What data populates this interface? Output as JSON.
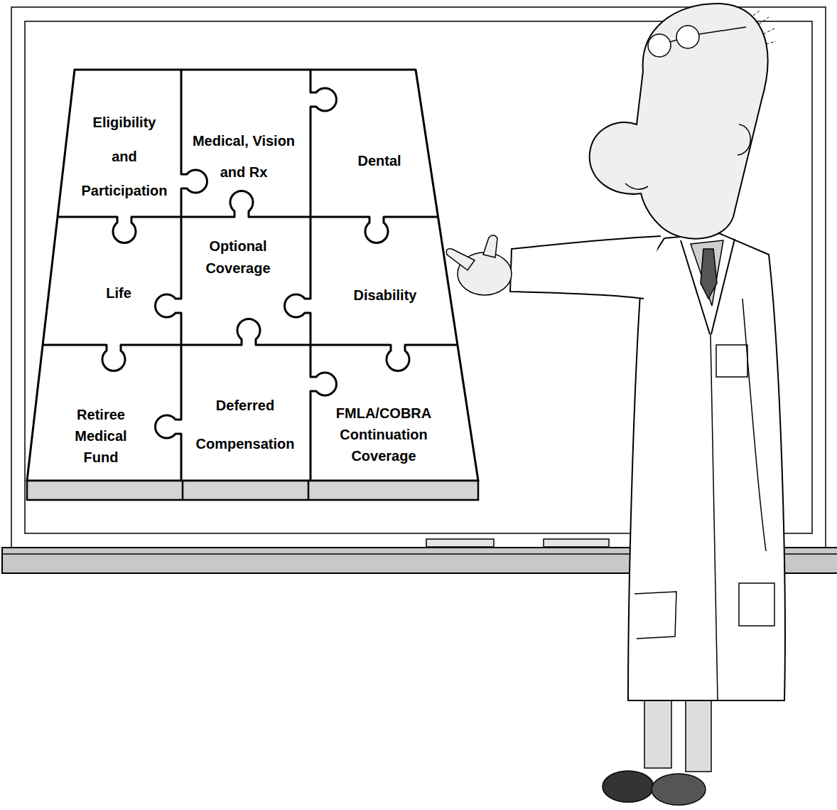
{
  "diagram": {
    "nodes": [
      {
        "text": [
          "Eligibility and Participation"
        ]
      },
      {
        "text": [
          "Medical, Vision and Rx"
        ]
      },
      {
        "text": [
          "Dental"
        ]
      },
      {
        "text": [
          "Life"
        ]
      },
      {
        "text": [
          "Optional Coverage"
        ]
      },
      {
        "text": [
          "Disability"
        ]
      },
      {
        "text": [
          "Retiree Medical Fund"
        ]
      },
      {
        "text": [
          "Deferred Compensation"
        ]
      },
      {
        "text": [
          "FMLA/COBRA Continuation Coverage"
        ]
      }
    ]
  }
}
